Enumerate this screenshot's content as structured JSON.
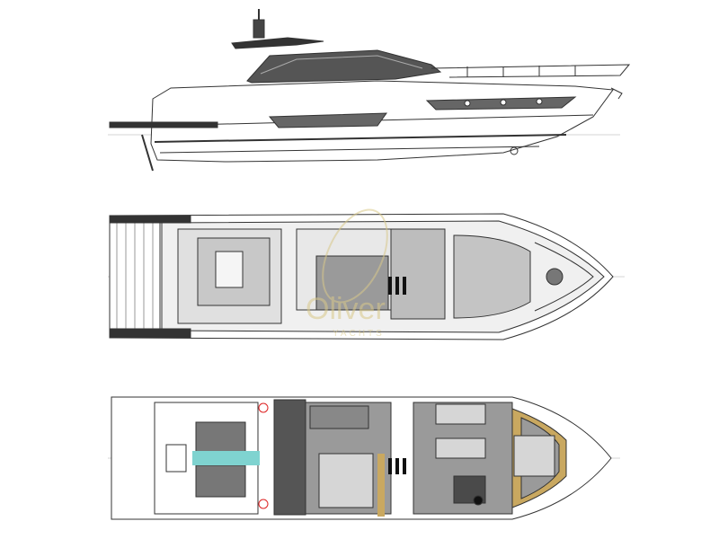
{
  "drawing": {
    "views": [
      "profile",
      "main-deck-plan",
      "lower-deck-plan"
    ],
    "watermark": {
      "name": "Oliver",
      "sub": "YACHTS"
    },
    "colors": {
      "line": "#333333",
      "floor_grey": "#9a9a9a",
      "light_grey": "#d6d6d6",
      "dark_grey": "#4a4a4a",
      "teal": "#7fd3d0",
      "wood": "#c9a860",
      "red_marks": "#d22222",
      "watermark": "#d9c98a"
    }
  }
}
